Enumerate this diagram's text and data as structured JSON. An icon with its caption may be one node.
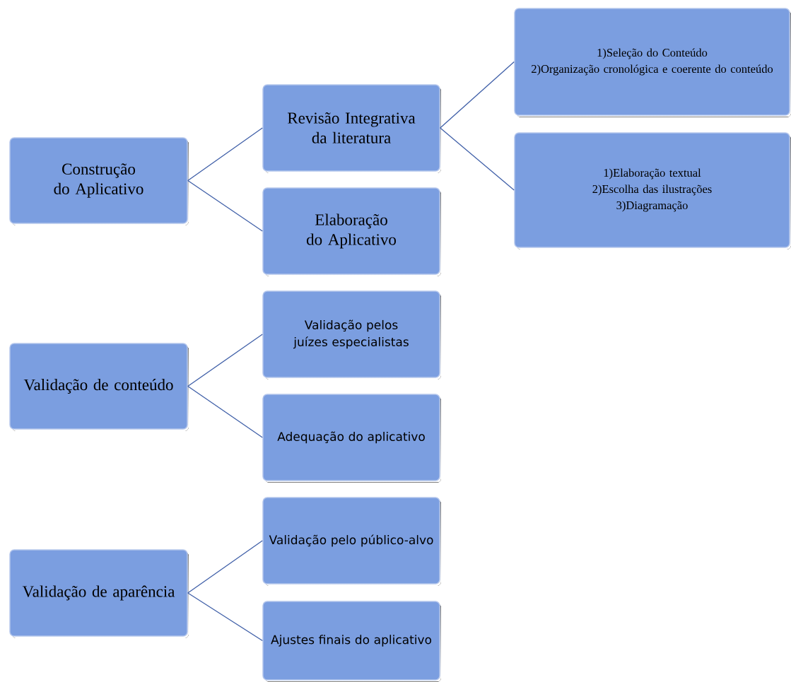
{
  "diagram": {
    "nodes": [
      {
        "text": [
          "Construção do Aplicativo"
        ]
      },
      {
        "text": [
          "Revisão Integrativa da literatura"
        ]
      },
      {
        "text": [
          "Elaboração do Aplicativo"
        ]
      },
      {
        "text": [
          "1)Seleção do Conteúdo",
          "2)Organização cronológica e coerente do conteúdo"
        ]
      },
      {
        "text": [
          "1)Elaboração textual",
          "2)Escolha das ilustrações",
          "3)Diagramação"
        ]
      },
      {
        "text": [
          "Validação de conteúdo"
        ]
      },
      {
        "text": [
          "Validação pelos juízes especialistas"
        ]
      },
      {
        "text": [
          "Adequação do aplicativo"
        ]
      },
      {
        "text": [
          "Validação de aparência"
        ]
      },
      {
        "text": [
          "Validação pelo público-alvo"
        ]
      },
      {
        "text": [
          "Ajustes finais do aplicativo"
        ]
      }
    ],
    "edges": [
      {
        "from": 0,
        "to": 1,
        "arrow": "none"
      },
      {
        "from": 0,
        "to": 2,
        "arrow": "none"
      },
      {
        "from": 1,
        "to": 3,
        "arrow": "none"
      },
      {
        "from": 1,
        "to": 4,
        "arrow": "none"
      },
      {
        "from": 5,
        "to": 6,
        "arrow": "none"
      },
      {
        "from": 5,
        "to": 7,
        "arrow": "none"
      },
      {
        "from": 8,
        "to": 9,
        "arrow": "none"
      },
      {
        "from": 8,
        "to": 10,
        "arrow": "none"
      }
    ]
  }
}
